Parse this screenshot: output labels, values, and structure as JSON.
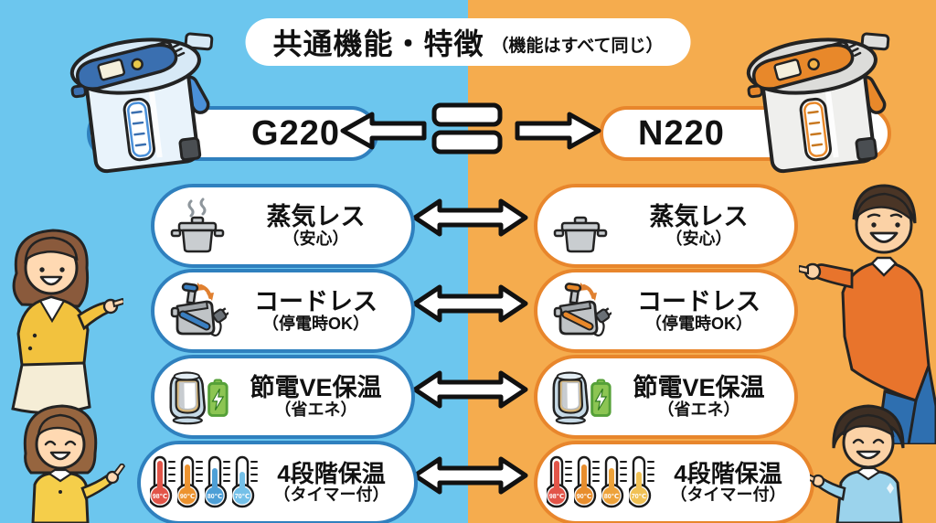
{
  "title": {
    "main": "共通機能・特徴",
    "sub": "（機能はすべて同じ）"
  },
  "models": {
    "left": "G220",
    "right": "N220"
  },
  "equals_meaning": "equal",
  "colors": {
    "left_bg": "#6CC6EE",
    "right_bg": "#F5AC4E",
    "left_accent": "#2F80BE",
    "right_accent": "#E8862C",
    "left_handle": "#3A7FC1",
    "right_handle": "#E8882A",
    "battery_green": "#8CC553",
    "arrow_orange": "#E08030"
  },
  "features": [
    {
      "icon": "steam-pot-icon",
      "label": "蒸気レス",
      "sub": "（安心）"
    },
    {
      "icon": "cordless-kettle-icon",
      "label": "コードレス",
      "sub": "（停電時OK）"
    },
    {
      "icon": "ve-insulation-icon",
      "label": "節電VE保温",
      "sub": "（省エネ）"
    },
    {
      "icon": "thermometers-icon",
      "label": "4段階保温",
      "sub": "（タイマー付）"
    }
  ],
  "thermometers": {
    "left": [
      {
        "temp": "98℃",
        "color": "#E25549"
      },
      {
        "temp": "90℃",
        "color": "#EC9330"
      },
      {
        "temp": "80℃",
        "color": "#4E9FD6"
      },
      {
        "temp": "70℃",
        "color": "#74C0E8"
      }
    ],
    "right": [
      {
        "temp": "98℃",
        "color": "#E25549"
      },
      {
        "temp": "90℃",
        "color": "#E88E2E"
      },
      {
        "temp": "80℃",
        "color": "#EDA23A"
      },
      {
        "temp": "70℃",
        "color": "#F0C155"
      }
    ]
  }
}
